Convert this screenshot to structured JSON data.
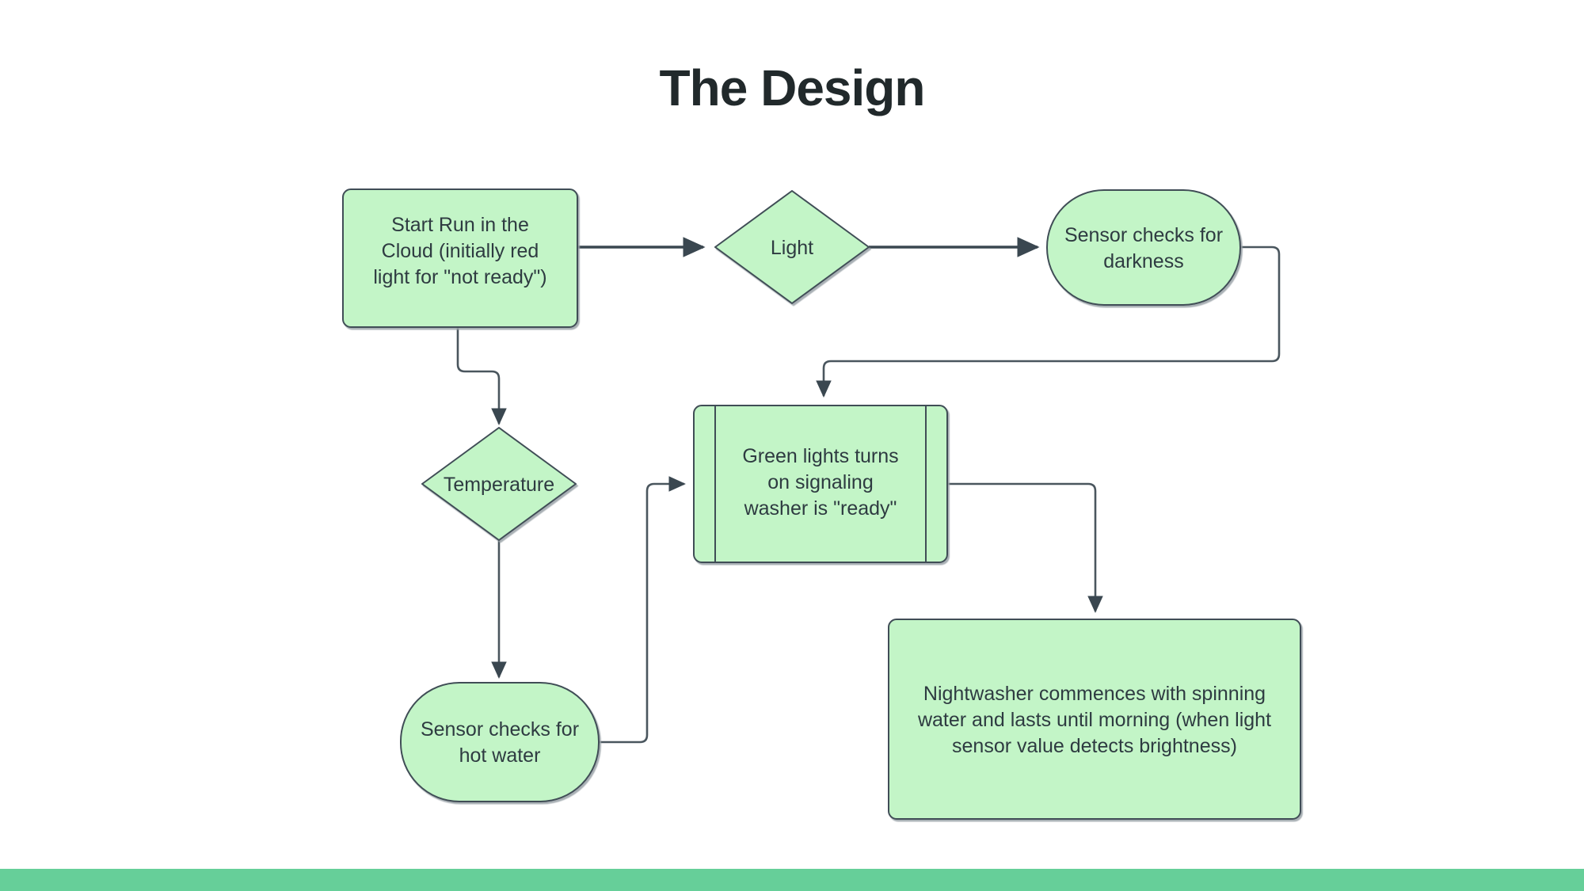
{
  "slide": {
    "title": "The Design",
    "background_color": "#ffffff",
    "accent_bar_color": "#66cf99"
  },
  "theme": {
    "node_fill": "#c3f5c7",
    "node_stroke": "#3f4d56",
    "edge_stroke": "#4a565e",
    "text_color": "#2e3b41",
    "title_color": "#21292b"
  },
  "diagram": {
    "type": "flowchart",
    "nodes": [
      {
        "id": "start-run",
        "shape": "rounded-rectangle",
        "lines": [
          "Start Run in the",
          "Cloud (initially red",
          "light for \"not ready\")"
        ]
      },
      {
        "id": "light",
        "shape": "diamond",
        "lines": [
          "Light"
        ]
      },
      {
        "id": "sensor-darkness",
        "shape": "stadium",
        "lines": [
          "Sensor checks for",
          "darkness"
        ]
      },
      {
        "id": "temperature",
        "shape": "diamond",
        "lines": [
          "Temperature"
        ]
      },
      {
        "id": "green-lights",
        "shape": "subroutine",
        "lines": [
          "Green lights turns",
          "on signaling",
          "washer is \"ready\""
        ]
      },
      {
        "id": "sensor-hot-water",
        "shape": "stadium",
        "lines": [
          "Sensor checks for",
          "hot water"
        ]
      },
      {
        "id": "nightwasher",
        "shape": "rounded-rectangle",
        "lines": [
          "Nightwasher commences with spinning",
          "water and lasts until morning (when light",
          "sensor value detects brightness)"
        ]
      }
    ],
    "edges": [
      {
        "id": "start-to-light",
        "from": "start-run",
        "to": "light",
        "label": ""
      },
      {
        "id": "light-to-darkness",
        "from": "light",
        "to": "sensor-darkness",
        "label": ""
      },
      {
        "id": "darkness-to-green",
        "from": "sensor-darkness",
        "to": "green-lights",
        "label": ""
      },
      {
        "id": "start-to-temperature",
        "from": "start-run",
        "to": "temperature",
        "label": ""
      },
      {
        "id": "temperature-to-hotwater",
        "from": "temperature",
        "to": "sensor-hot-water",
        "label": ""
      },
      {
        "id": "hotwater-to-green",
        "from": "sensor-hot-water",
        "to": "green-lights",
        "label": ""
      },
      {
        "id": "green-to-nightwasher",
        "from": "green-lights",
        "to": "nightwasher",
        "label": ""
      }
    ]
  }
}
